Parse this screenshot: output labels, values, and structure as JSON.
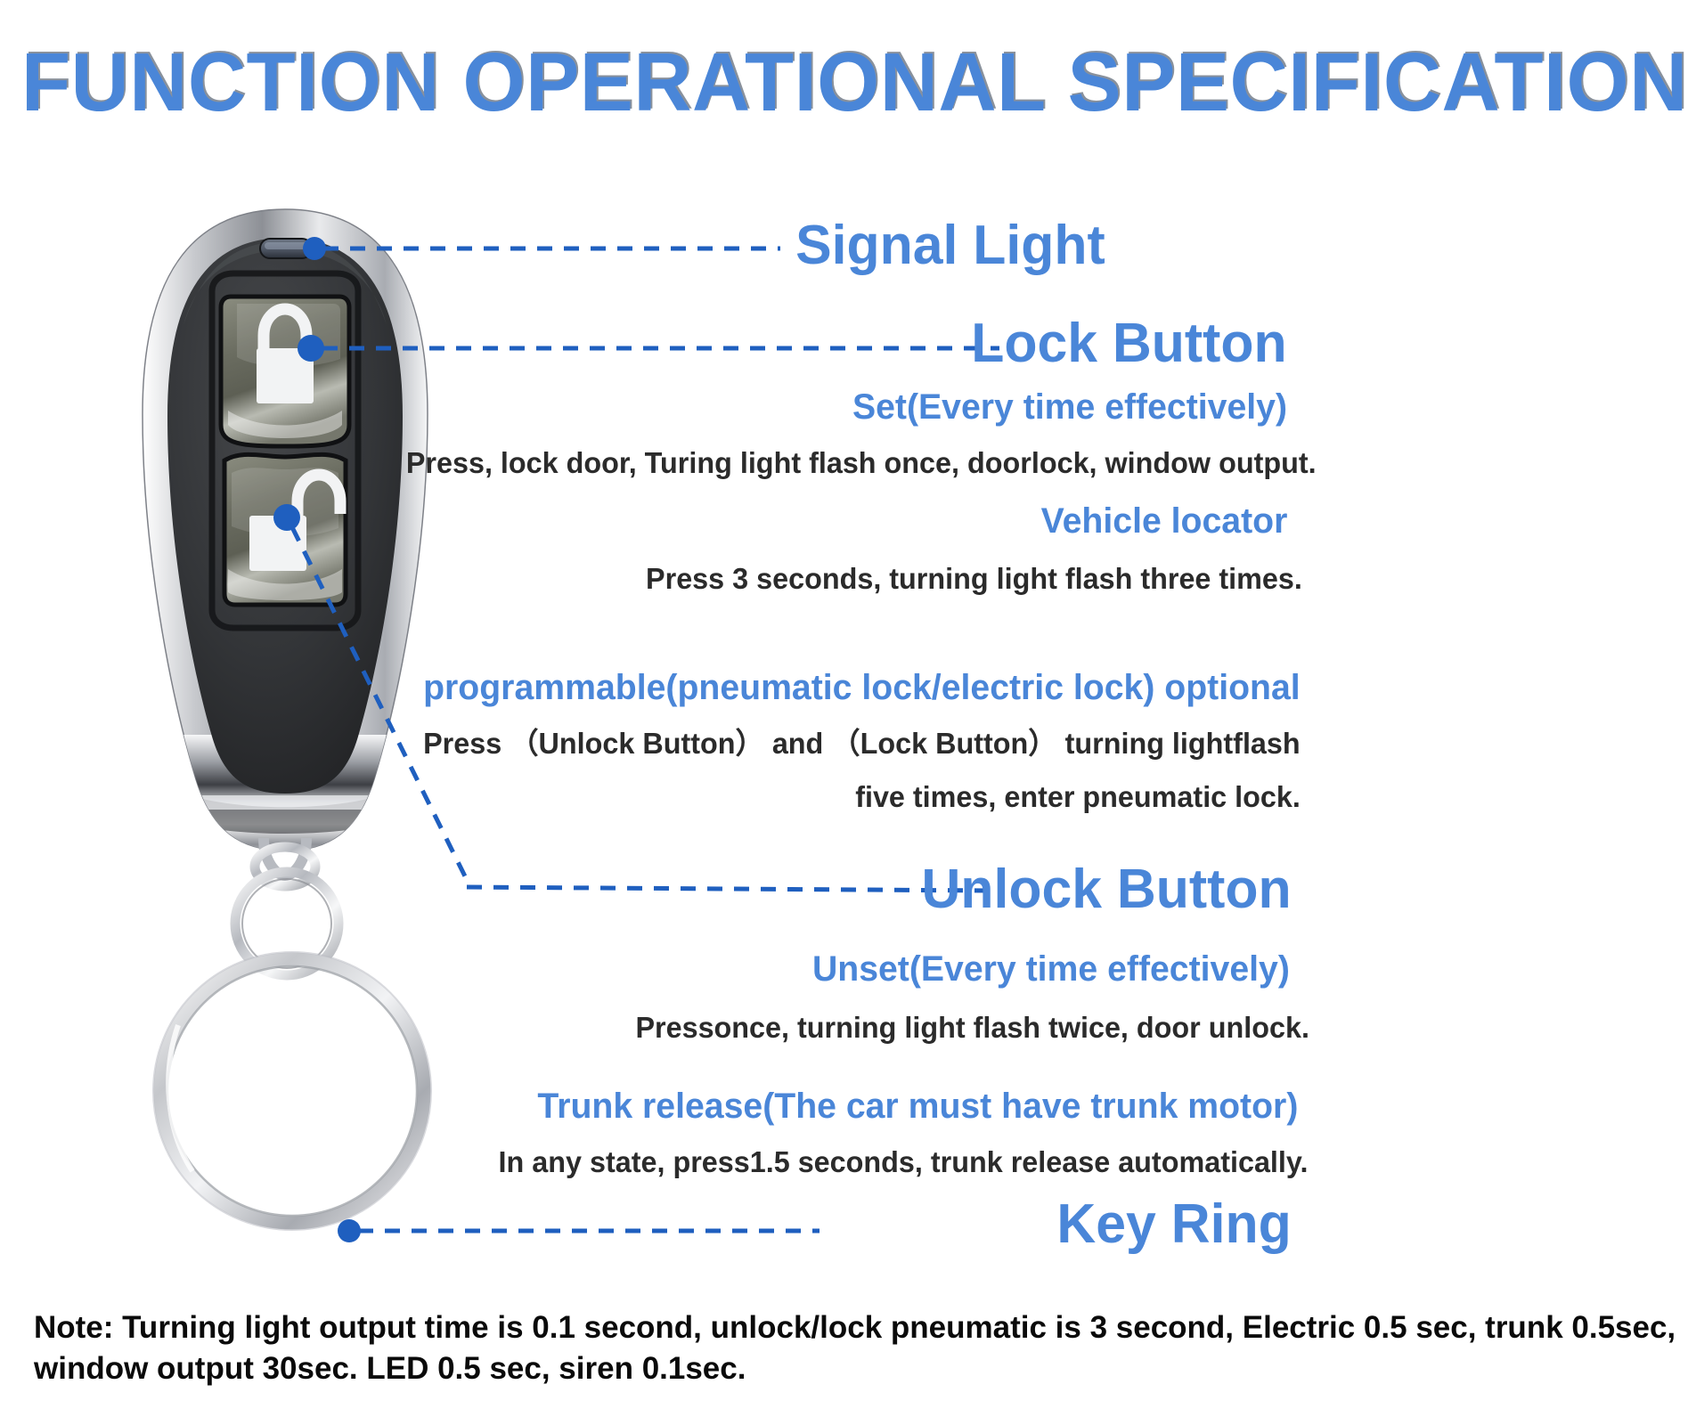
{
  "title": "FUNCTION OPERATIONAL SPECIFICATION",
  "colors": {
    "heading_blue": "#4a86d8",
    "leader_blue": "#1f5fbf",
    "body_dark": "#2b2b2b",
    "note_black": "#0a0a0a",
    "fob_body": "#2e2f31",
    "fob_chrome": "#d9dade",
    "button_face": "#6e7064",
    "icon_white": "#f2f3f4"
  },
  "callouts": {
    "signal_light": "Signal Light",
    "lock_button": "Lock Button",
    "unlock_button": "Unlock  Button",
    "key_ring": "Key Ring"
  },
  "sections": [
    {
      "id": "lock",
      "heading": "Lock Button",
      "items": [
        {
          "subheading": "Set(Every time effectively)",
          "lines": [
            "Press, lock door, Turing light flash once, doorlock, window output."
          ]
        },
        {
          "subheading": "Vehicle locator",
          "lines": [
            "Press 3 seconds, turning light flash three times."
          ]
        },
        {
          "subheading": "programmable(pneumatic lock/electric lock) optional",
          "lines": [
            "Press （Unlock Button） and （Lock Button） turning lightflash",
            "five times, enter pneumatic lock."
          ]
        }
      ]
    },
    {
      "id": "unlock",
      "heading": "Unlock  Button",
      "items": [
        {
          "subheading": "Unset(Every time effectively)",
          "lines": [
            "Pressonce, turning light flash twice, door unlock."
          ]
        },
        {
          "subheading": "Trunk release(The car must have trunk motor)",
          "lines": [
            "In any state, press1.5 seconds, trunk release automatically."
          ]
        }
      ]
    }
  ],
  "note": {
    "line1": "Note: Turning light output time is 0.1 second, unlock/lock pneumatic is 3 second, Electric 0.5 sec, trunk 0.5sec,",
    "line2": "window output 30sec. LED 0.5 sec, siren 0.1sec."
  },
  "icons": {
    "signal_light": "led-slot-icon",
    "lock": "padlock-closed-icon",
    "unlock": "padlock-open-icon",
    "key_ring": "split-ring-icon"
  }
}
